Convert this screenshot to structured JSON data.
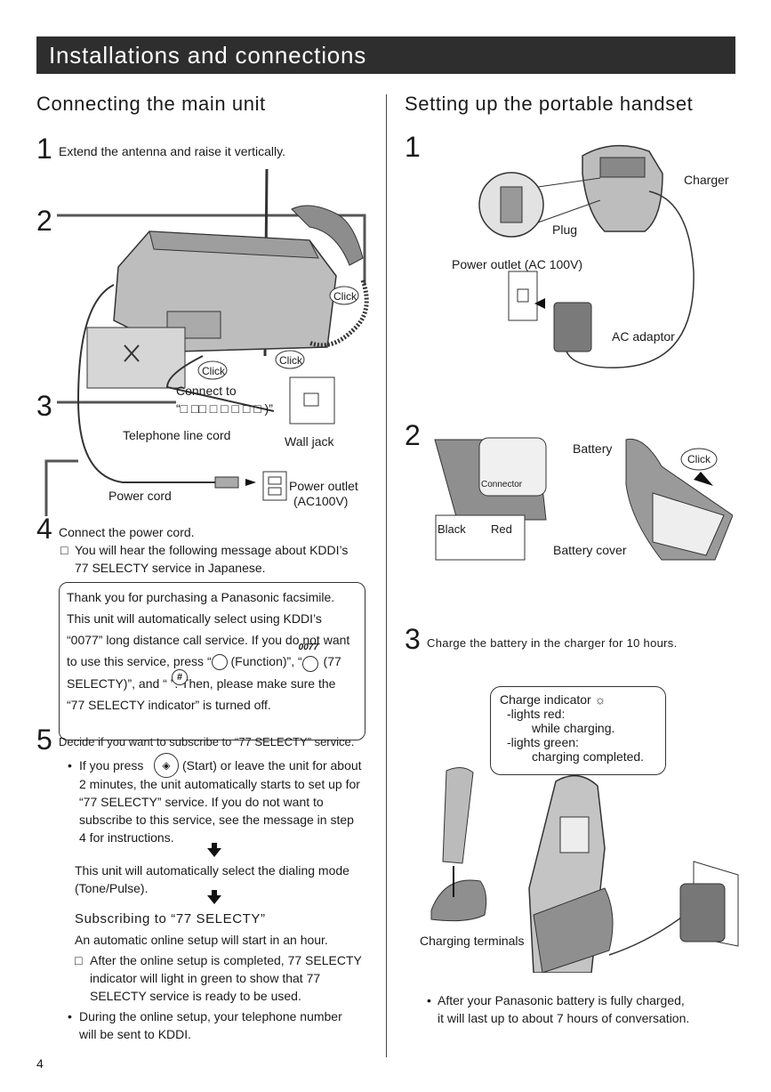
{
  "header": {
    "title": "Installations and connections"
  },
  "left": {
    "title": "Connecting the main unit",
    "step1": {
      "num": "1",
      "text": "Extend the antenna and raise it vertically."
    },
    "step2": {
      "num": "2"
    },
    "step3": {
      "num": "3"
    },
    "labels": {
      "click": "Click",
      "connect_to": "Connect to",
      "connect_target": "“□ □□ □ □ □ □ □ )”",
      "telephone_line_cord": "Telephone line cord",
      "wall_jack": "Wall jack",
      "power_outlet": "Power outlet",
      "power_outlet_spec": "(AC100V)",
      "power_cord": "Power cord"
    },
    "step4": {
      "num": "4",
      "text": "Connect the power cord.",
      "bullet_marker": "□",
      "bullet_line1": "You will hear the following message about KDDI’s",
      "bullet_line2": "77 SELECTY service in Japanese."
    },
    "message_box": {
      "line1": "Thank you for purchasing a Panasonic facsimile.",
      "line2": "This unit will automatically select using KDDI’s",
      "line3": "“0077” long distance call service. If you do not want",
      "line4_a": "to use this service, press “",
      "line4_b": " (Function)”, “",
      "line4_c": " (77",
      "line5": "SELECTY)”, and “ ”. Then, please make sure the",
      "line6": "“77 SELECTY indicator” is turned off.",
      "logo_text": "0077",
      "hash_symbol": "#"
    },
    "step5": {
      "num": "5",
      "text": "Decide if you want to subscribe to “77 SELECTY” service.",
      "bullet1_a": "If you press",
      "bullet1_b": "(Start) or leave the unit for about",
      "bullet1_line2": "2 minutes, the unit automatically starts to set up for",
      "bullet1_line3": "“77 SELECTY” service. If you do not want to",
      "bullet1_line4": "subscribe to this service, see the message in step",
      "bullet1_line5": "4 for instructions.",
      "dial_line1": "This unit will automatically select the dialing mode",
      "dial_line2": "(Tone/Pulse).",
      "subscribing_title": "Subscribing to “77 SELECTY”",
      "online_line": "An automatic online setup will start in an hour.",
      "after_marker": "□",
      "after_line1": "After the online setup is completed, 77 SELECTY",
      "after_line2": "indicator will light in green to show that 77",
      "after_line3": "SELECTY service is ready to be used.",
      "during_line1": "During the online setup, your telephone number",
      "during_line2": "will be sent to KDDI.",
      "bullet": "•"
    }
  },
  "right": {
    "title": "Setting up the portable handset",
    "step1": {
      "num": "1",
      "charger": "Charger",
      "plug": "Plug",
      "power_outlet": "Power outlet (AC 100V)",
      "ac_adaptor": "AC adaptor"
    },
    "step2": {
      "num": "2",
      "battery": "Battery",
      "connector": "Connector",
      "black": "Black",
      "red": "Red",
      "click": "Click",
      "battery_cover": "Battery cover"
    },
    "step3": {
      "num": "3",
      "text": "Charge the battery in the charger for 10 hours.",
      "callout_line1": "Charge indicator",
      "callout_line2": "-lights red:",
      "callout_line3": "while charging.",
      "callout_line4": "-lights green:",
      "callout_line5": "charging completed.",
      "charging_terminals": "Charging terminals",
      "bullet": "•",
      "note_line1": "After your Panasonic battery is fully charged,",
      "note_line2": "it will last up to about 7 hours of conversation."
    }
  },
  "footer": {
    "page_number": "4"
  }
}
